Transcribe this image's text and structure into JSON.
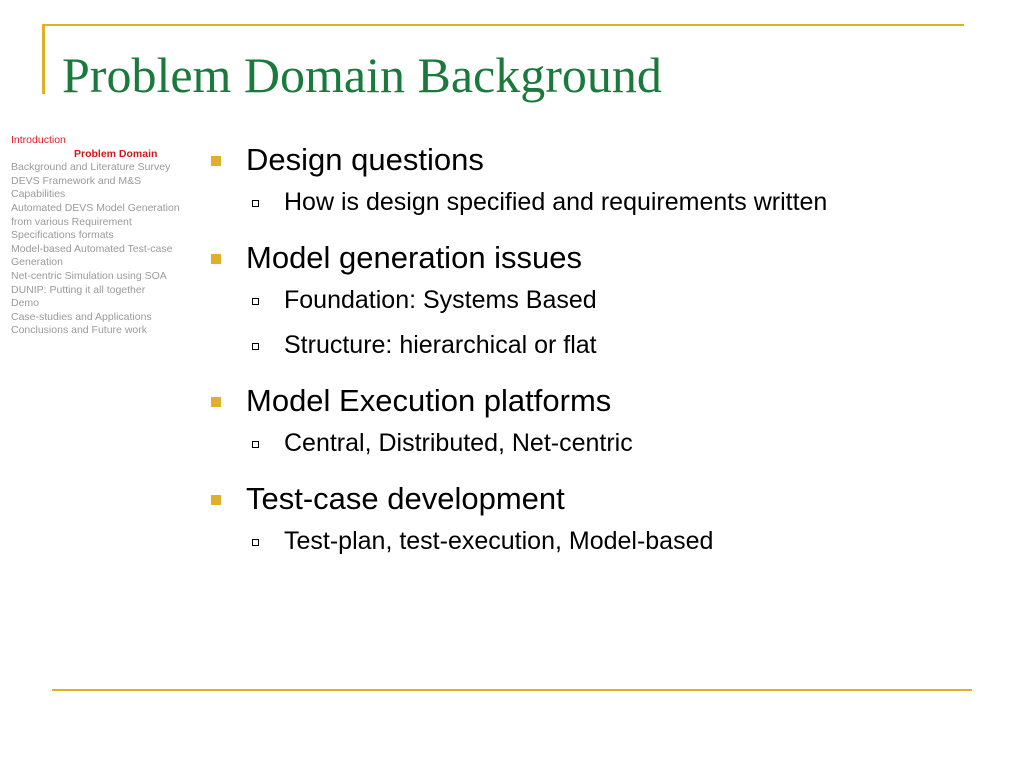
{
  "title": "Problem Domain Background",
  "colors": {
    "accent": "#e0b02a",
    "title": "#1a7a3c",
    "nav_active": "#e02020",
    "nav_text": "#9a9a9a"
  },
  "sidebar": {
    "items": [
      "Introduction",
      "Problem Domain",
      "Background and Literature Survey",
      "DEVS Framework and M&S",
      "Capabilities",
      "Automated DEVS Model Generation",
      "from various Requirement",
      "Specifications formats",
      "Model-based Automated Test-case",
      "Generation",
      "Net-centric Simulation using SOA",
      "DUNIP: Putting it all together",
      "Demo",
      "Case-studies and Applications",
      "Conclusions and Future work"
    ]
  },
  "bullets": [
    {
      "text": "Design questions",
      "subs": [
        "How is design specified and requirements written"
      ]
    },
    {
      "text": "Model generation issues",
      "subs": [
        "Foundation: Systems Based",
        "Structure: hierarchical or flat"
      ]
    },
    {
      "text": "Model Execution platforms",
      "subs": [
        "Central, Distributed, Net-centric"
      ]
    },
    {
      "text": "Test-case development",
      "subs": [
        "Test-plan, test-execution, Model-based"
      ]
    }
  ]
}
